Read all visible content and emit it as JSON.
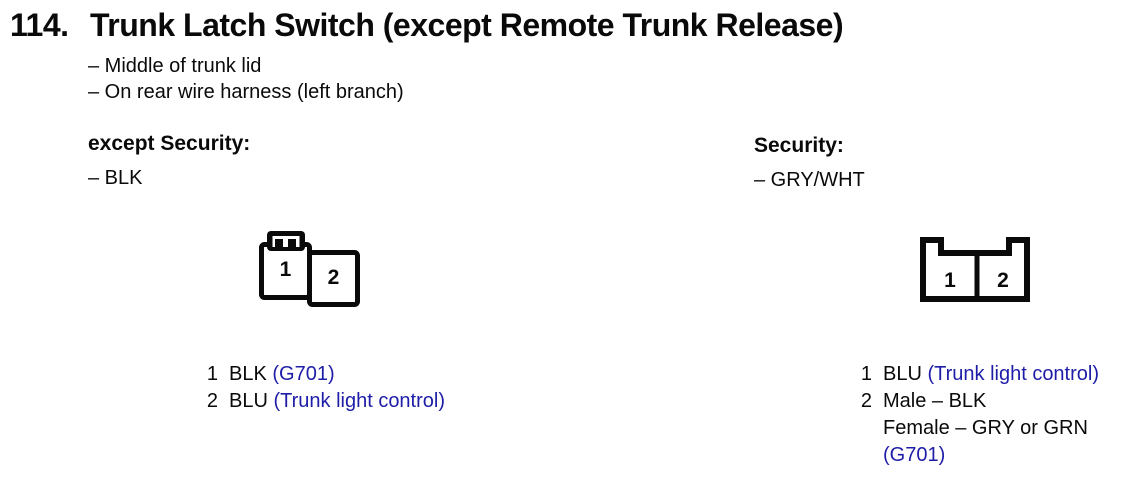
{
  "page": {
    "number": "114.",
    "title": "Trunk Latch Switch (except Remote Trunk Release)",
    "location_notes": [
      "– Middle of trunk lid",
      "– On rear wire harness (left branch)"
    ]
  },
  "colors": {
    "ink": "#0a0a0a",
    "note_blue": "#1d1da8",
    "background": "#ffffff"
  },
  "sections": [
    {
      "heading": "except Security:",
      "wire_color": "– BLK",
      "connector": {
        "cavities": [
          "1",
          "2"
        ]
      },
      "pins": [
        {
          "num": "1",
          "wire": "BLK",
          "note": "(G701)"
        },
        {
          "num": "2",
          "wire": "BLU",
          "note": "(Trunk light control)"
        }
      ]
    },
    {
      "heading": "Security:",
      "wire_color": "– GRY/WHT",
      "connector": {
        "cavities": [
          "1",
          "2"
        ]
      },
      "pins": [
        {
          "num": "1",
          "wire": "BLU",
          "note": "(Trunk light control)"
        },
        {
          "num": "2",
          "wire": "Male – BLK",
          "wire_line2": "Female – GRY or GRN",
          "note": "(G701)"
        }
      ]
    }
  ]
}
